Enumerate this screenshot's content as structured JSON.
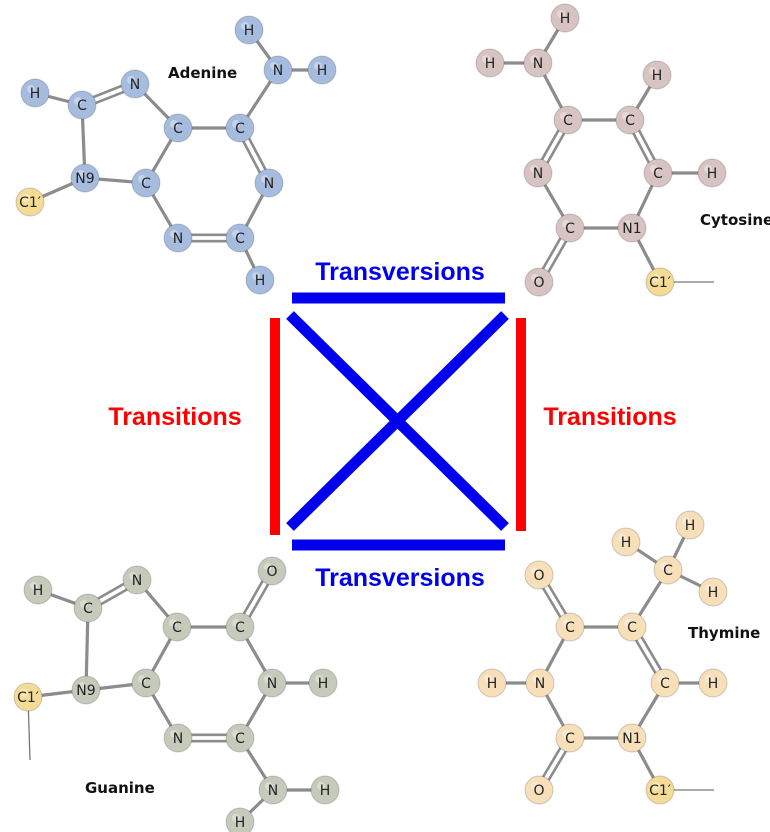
{
  "labels": {
    "adenine": "Adenine",
    "cytosine": "Cytosine",
    "guanine": "Guanine",
    "thymine": "Thymine",
    "transversions_top": "Transversions",
    "transversions_bottom": "Transversions",
    "transitions_left": "Transitions",
    "transitions_right": "Transitions"
  },
  "colors": {
    "adenine": "#a6bcdf",
    "cytosine": "#d7c4c2",
    "guanine": "#c5cabb",
    "thymine": "#f7dfba",
    "c1": "#f4dc96",
    "transversion": "#0000ee",
    "transition": "#ff0000",
    "bond": "#8c8c8c"
  },
  "molecules": {
    "adenine": {
      "atoms": [
        {
          "label": "H"
        },
        {
          "label": "N"
        },
        {
          "label": "H"
        },
        {
          "label": "H"
        },
        {
          "label": "C"
        },
        {
          "label": "N"
        },
        {
          "label": "C"
        },
        {
          "label": "C"
        },
        {
          "label": "N9"
        },
        {
          "label": "C"
        },
        {
          "label": "N"
        },
        {
          "label": "C1′"
        },
        {
          "label": "N"
        },
        {
          "label": "C"
        },
        {
          "label": "H"
        }
      ]
    },
    "cytosine": {
      "atoms": [
        {
          "label": "H"
        },
        {
          "label": "H"
        },
        {
          "label": "N"
        },
        {
          "label": "C"
        },
        {
          "label": "C"
        },
        {
          "label": "H"
        },
        {
          "label": "N"
        },
        {
          "label": "C"
        },
        {
          "label": "H"
        },
        {
          "label": "C"
        },
        {
          "label": "N1"
        },
        {
          "label": "O"
        },
        {
          "label": "C1′"
        }
      ]
    },
    "guanine": {
      "atoms": [
        {
          "label": "O"
        },
        {
          "label": "H"
        },
        {
          "label": "N"
        },
        {
          "label": "C"
        },
        {
          "label": "C"
        },
        {
          "label": "C"
        },
        {
          "label": "N9"
        },
        {
          "label": "C"
        },
        {
          "label": "N"
        },
        {
          "label": "H"
        },
        {
          "label": "C1′"
        },
        {
          "label": "N"
        },
        {
          "label": "C"
        },
        {
          "label": "N"
        },
        {
          "label": "H"
        },
        {
          "label": "H"
        }
      ]
    },
    "thymine": {
      "atoms": [
        {
          "label": "H"
        },
        {
          "label": "H"
        },
        {
          "label": "C"
        },
        {
          "label": "H"
        },
        {
          "label": "O"
        },
        {
          "label": "C"
        },
        {
          "label": "C"
        },
        {
          "label": "H"
        },
        {
          "label": "N"
        },
        {
          "label": "C"
        },
        {
          "label": "H"
        },
        {
          "label": "C"
        },
        {
          "label": "N1"
        },
        {
          "label": "O"
        },
        {
          "label": "C1′"
        }
      ]
    }
  }
}
